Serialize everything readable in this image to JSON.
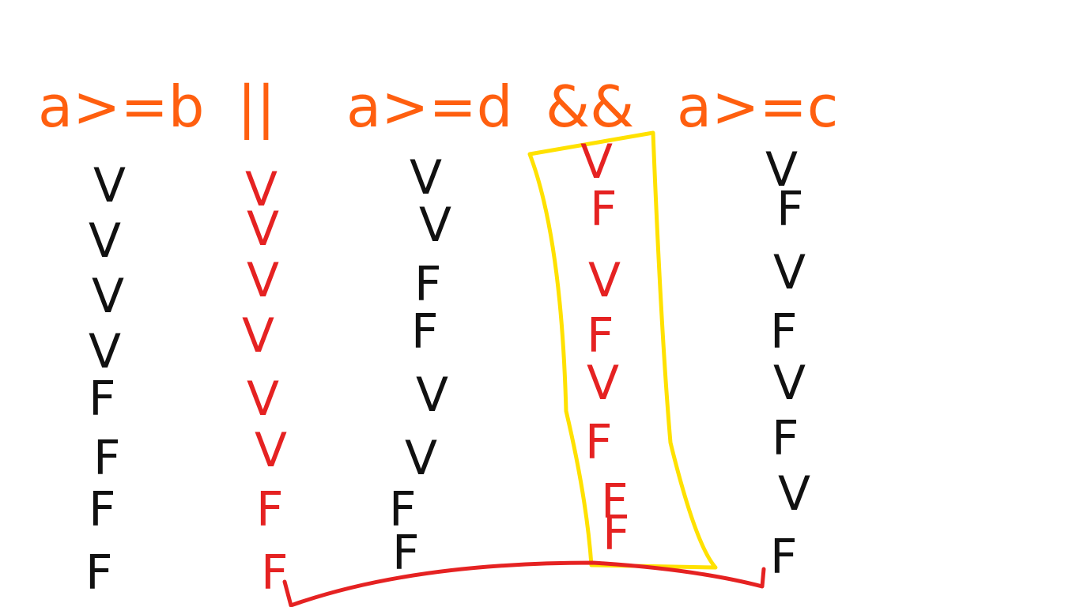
{
  "header": {
    "expr1": "a>=b",
    "op1": "||",
    "expr2": "a>=d",
    "op2": "&&",
    "expr3": "a>=c"
  },
  "columns": {
    "a_ge_b": [
      "V",
      "V",
      "V",
      "V",
      "F",
      "F",
      "F",
      "F"
    ],
    "or_result": [
      "V",
      "V",
      "V",
      "V",
      "V",
      "V",
      "F",
      "F"
    ],
    "a_ge_d": [
      "V",
      "V",
      "F",
      "F",
      "V",
      "V",
      "F",
      "F"
    ],
    "and_result": [
      "V",
      "F",
      "V",
      "F",
      "V",
      "F",
      "F",
      "F"
    ],
    "a_ge_c": [
      "V",
      "F",
      "V",
      "F",
      "V",
      "F",
      "V",
      "F"
    ]
  },
  "colors": {
    "header": "#ff5f0f",
    "black_values": "#111111",
    "red_values": "#e52222",
    "highlight_box": "#ffe100",
    "bracket": "#e52222"
  }
}
